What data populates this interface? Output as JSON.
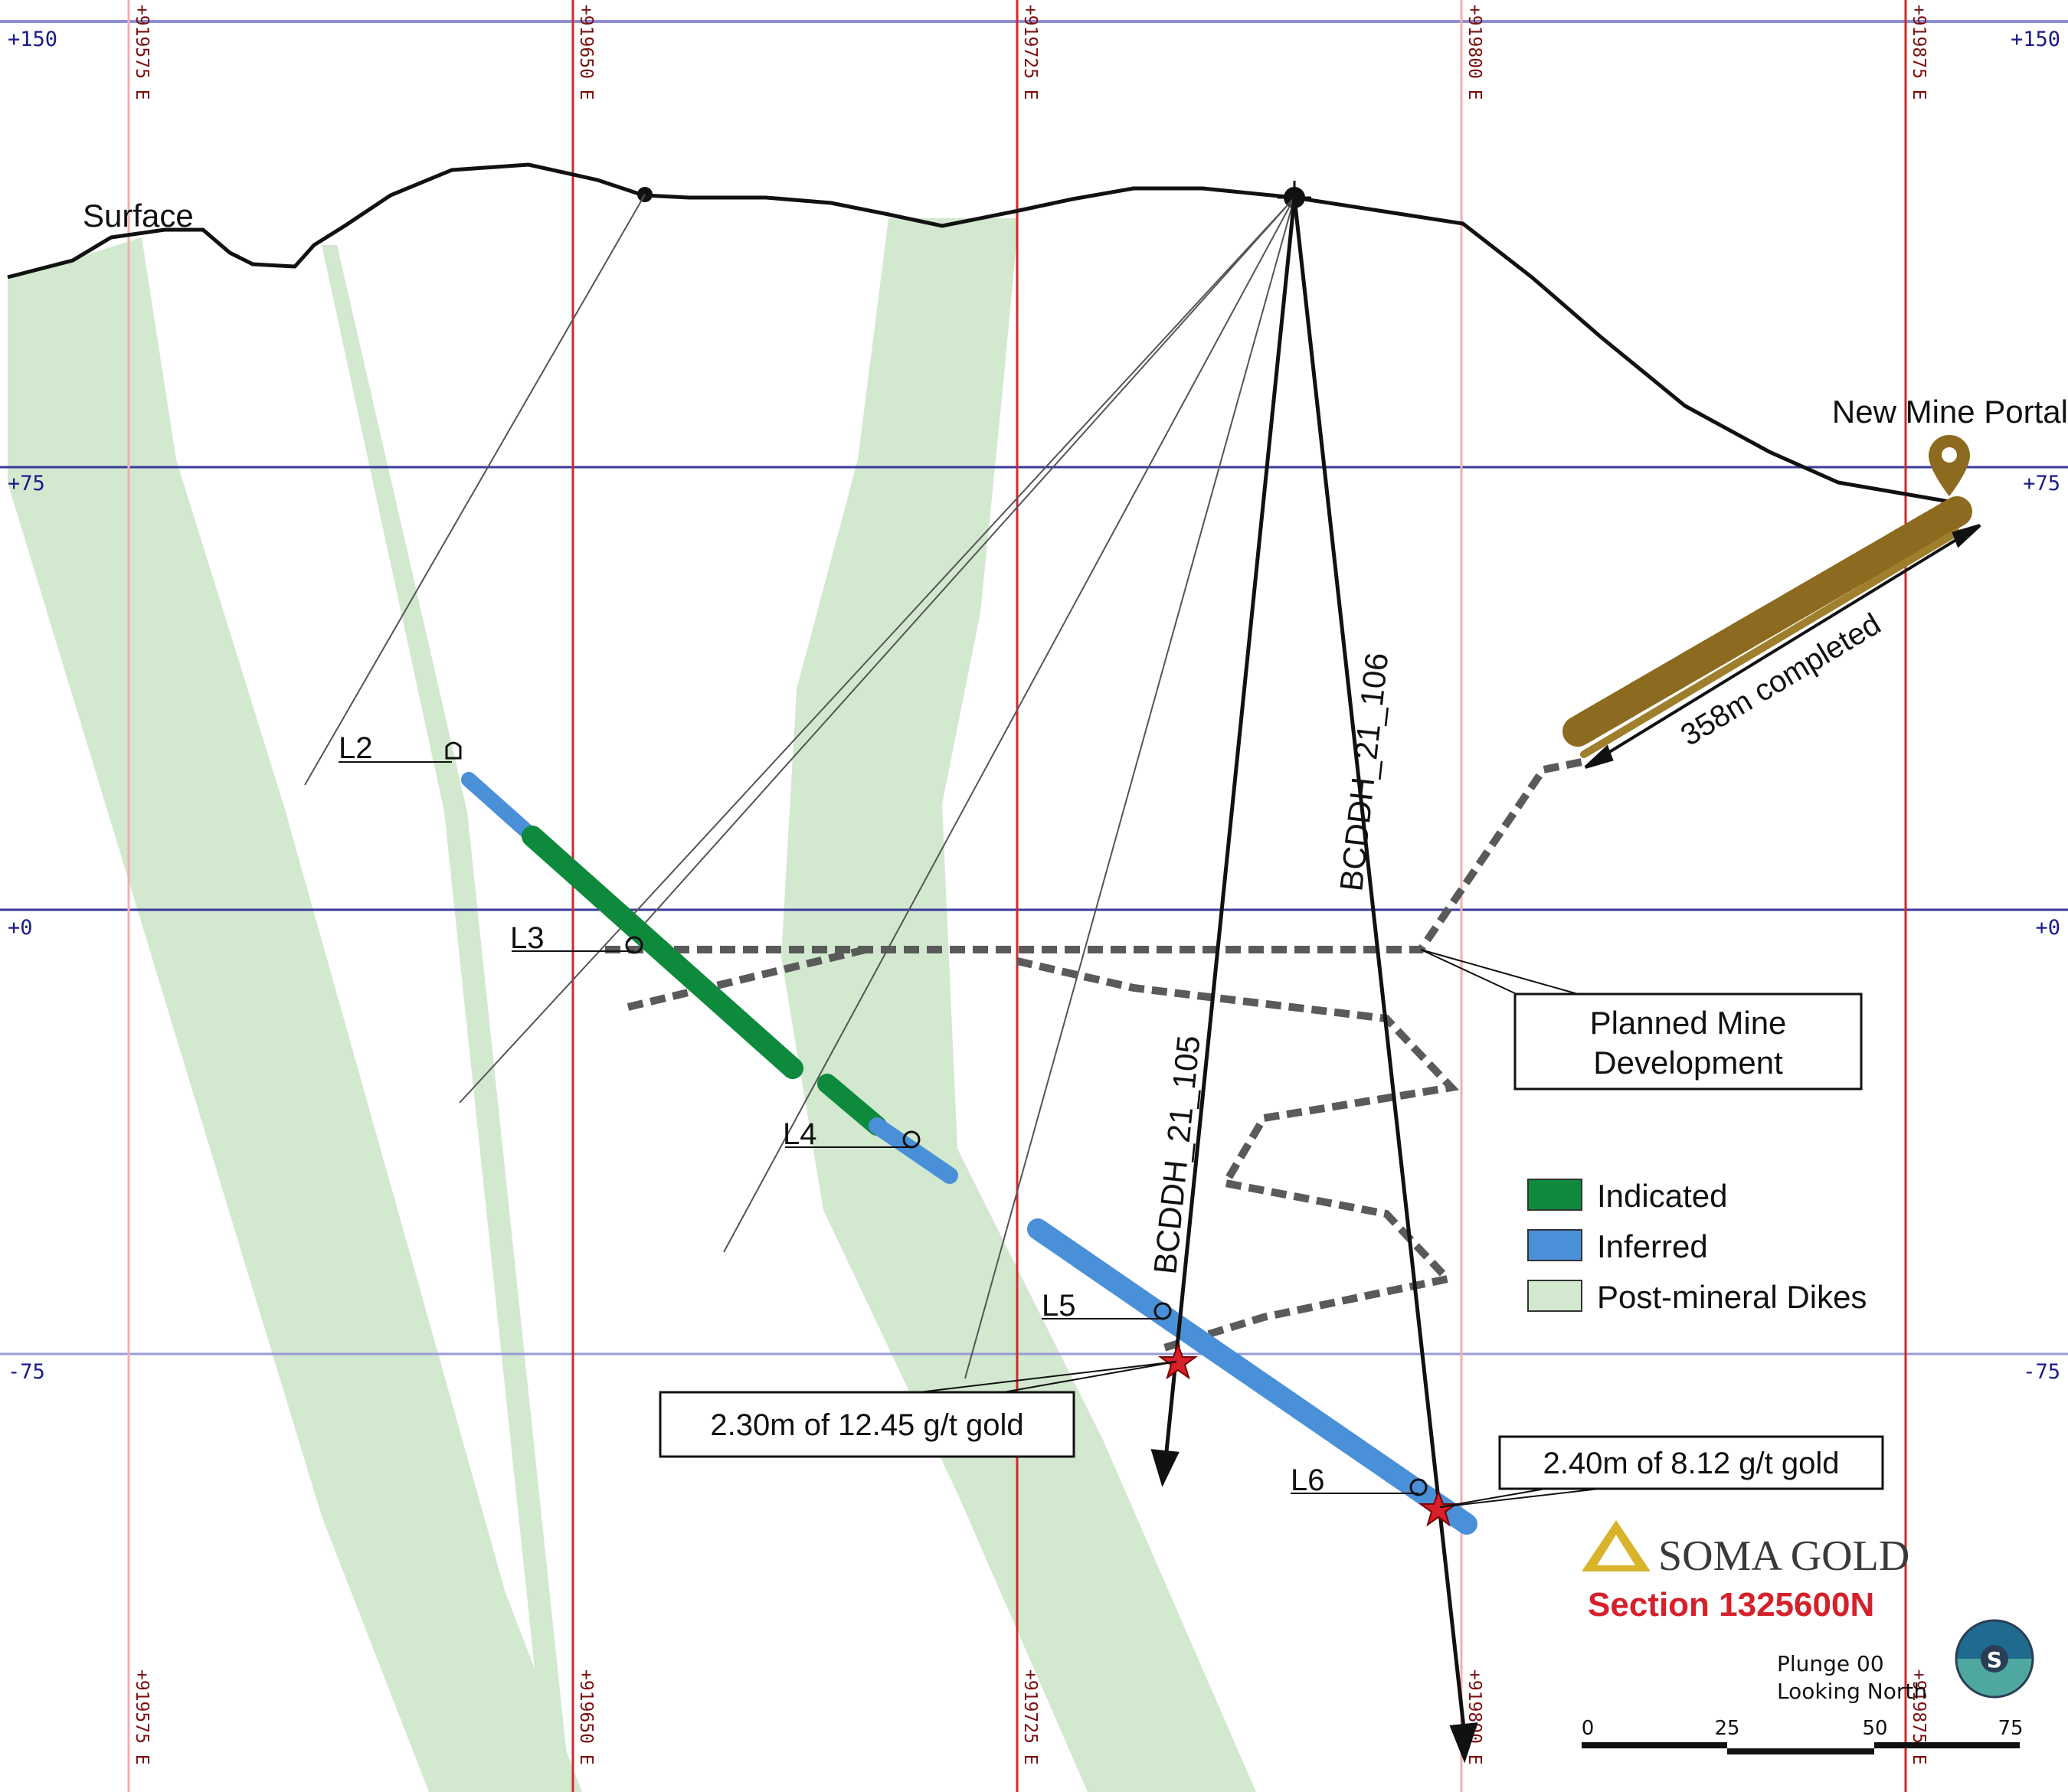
{
  "elevation_labels": {
    "e150": "+150",
    "e75": "+75",
    "e0": "+0",
    "em75": "-75"
  },
  "easting_labels": {
    "e575": "+919575 E",
    "e650": "+919650 E",
    "e725": "+919725 E",
    "e800": "+919800 E",
    "e875": "+919875 E"
  },
  "surface_label": "Surface",
  "portal_label": "New Mine Portal",
  "decline_label": "358m completed",
  "drillholes": {
    "dh106": "BCDDH_21_106",
    "dh105": "BCDDH_21_105"
  },
  "levels": {
    "l2": "L2",
    "l3": "L3",
    "l4": "L4",
    "l5": "L5",
    "l6": "L6"
  },
  "planned": {
    "line1": "Planned Mine",
    "line2": "Development"
  },
  "legend": {
    "indicated": "Indicated",
    "inferred": "Inferred",
    "dikes": "Post-mineral Dikes",
    "colors": {
      "indicated": "#0e8a3c",
      "inferred": "#4a90d9",
      "dikes": "#d2e9cf"
    }
  },
  "intercepts": {
    "i1": "2.30m of 12.45 g/t gold",
    "i2": "2.40m of 8.12 g/t gold"
  },
  "branding": {
    "company": "SOMA GOLD",
    "section": "Section 1325600N",
    "compass_letter": "S"
  },
  "view": {
    "plunge": "Plunge 00",
    "looking": "Looking North"
  },
  "scale": {
    "t0": "0",
    "t25": "25",
    "t50": "50",
    "t75": "75"
  }
}
